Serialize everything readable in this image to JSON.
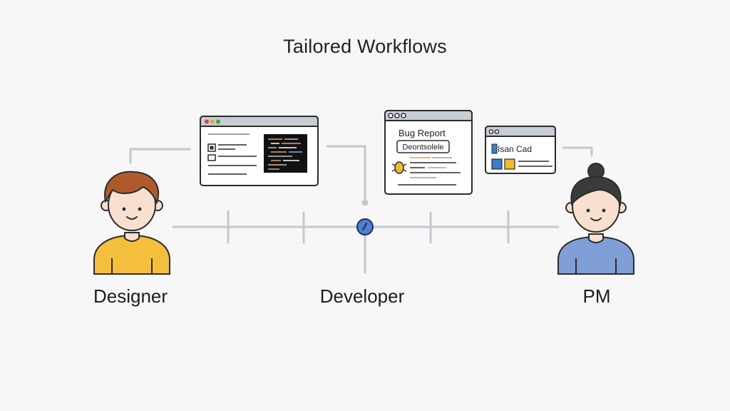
{
  "title": "Tailored Workflows",
  "roles": [
    {
      "label": "Designer"
    },
    {
      "label": "Developer"
    },
    {
      "label": "PM"
    }
  ],
  "windows": {
    "bug_report": {
      "heading": "Bug Report",
      "button": "Deontsolele"
    },
    "pm_card": {
      "heading": "Isan Cad"
    }
  },
  "colors": {
    "line": "#c4c8ce",
    "window_bar": "#c7ccd5",
    "window_border": "#2c2c2c",
    "close_dot": "#d0453b",
    "min_dot": "#e3a62d",
    "max_dot": "#3fa14a",
    "designer_shirt": "#f4bf3c",
    "designer_hair": "#b05a2c",
    "pm_shirt": "#7f9fd6",
    "pm_hair": "#3b3b3b",
    "skin": "#f8dfcf",
    "hub": "#4f7fd0",
    "code_bg": "#111111",
    "card_blue": "#3d7cc9",
    "card_yellow": "#f2b830"
  }
}
